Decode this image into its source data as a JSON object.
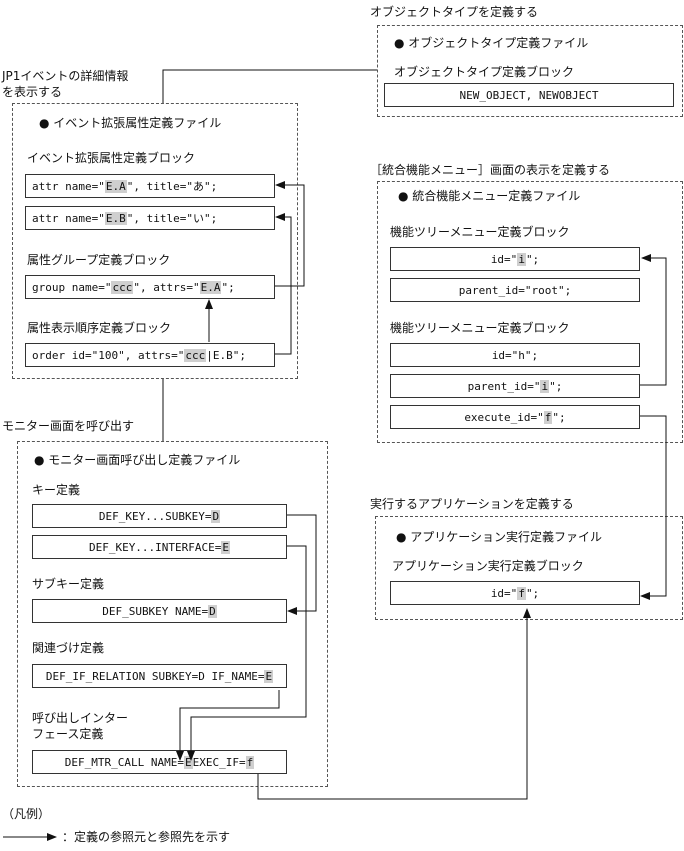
{
  "object_type": {
    "caption": "オブジェクトタイプを定義する",
    "file_title": "● オブジェクトタイプ定義ファイル",
    "block_label": "オブジェクトタイプ定義ブロック",
    "value": "NEW_OBJECT, NEWOBJECT"
  },
  "event_attr": {
    "caption_line1": "JP1イベントの詳細情報",
    "caption_line2": "を表示する",
    "file_title": "● イベント拡張属性定義ファイル",
    "block1_label": "イベント拡張属性定義ブロック",
    "row1": {
      "a": "attr name=\"",
      "b": "E.A",
      "c": "\", title=\"あ\";"
    },
    "row2": {
      "a": "attr name=\"",
      "b": "E.B",
      "c": "\", title=\"い\";"
    },
    "block2_label": "属性グループ定義ブロック",
    "row3": {
      "a": "group name=\"",
      "b": "ccc",
      "c": "\", attrs=\"",
      "d": "E.A",
      "e": "\";"
    },
    "block3_label": "属性表示順序定義ブロック",
    "row4": {
      "a": "order id=\"100\", attrs=\"",
      "b": "ccc",
      "c": "|E.B\";"
    }
  },
  "menu": {
    "caption": "［統合機能メニュー］画面の表示を定義する",
    "file_title": "● 統合機能メニュー定義ファイル",
    "block1_label": "機能ツリーメニュー定義ブロック",
    "row1": {
      "a": "id=\"",
      "b": "i",
      "c": "\";"
    },
    "row2": "parent_id=\"root\";",
    "block2_label": "機能ツリーメニュー定義ブロック",
    "row3": "id=\"h\";",
    "row4": {
      "a": "parent_id=\"",
      "b": "i",
      "c": "\";"
    },
    "row5": {
      "a": "execute_id=\"",
      "b": "f",
      "c": "\";"
    }
  },
  "monitor": {
    "caption": "モニター画面を呼び出す",
    "file_title": "● モニター画面呼び出し定義ファイル",
    "key_label": "キー定義",
    "key1": {
      "a": "DEF_KEY...SUBKEY=",
      "b": "D"
    },
    "key2": {
      "a": "DEF_KEY...INTERFACE=",
      "b": "E"
    },
    "subkey_label": "サブキー定義",
    "subkey": {
      "a": "DEF_SUBKEY NAME=",
      "b": "D"
    },
    "relation_label": "関連づけ定義",
    "relation": {
      "a": "DEF_IF_RELATION SUBKEY=D IF_NAME=",
      "b": "E"
    },
    "call_label_line1": "呼び出しインター",
    "call_label_line2": "フェース定義",
    "call": {
      "a": "DEF_MTR_CALL NAME=",
      "b": "E",
      "c": " EXEC_IF=",
      "d": "f"
    }
  },
  "app": {
    "caption": "実行するアプリケーションを定義する",
    "file_title": "● アプリケーション実行定義ファイル",
    "block_label": "アプリケーション実行定義ブロック",
    "row": {
      "a": "id=\"",
      "b": "f",
      "c": "\";"
    }
  },
  "legend": {
    "title": "（凡例）",
    "text": "：定義の参照元と参照先を示す"
  }
}
